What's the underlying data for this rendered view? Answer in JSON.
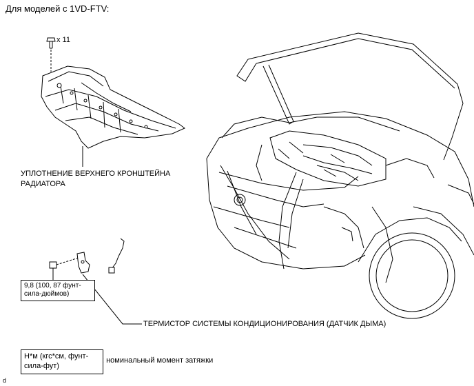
{
  "header": {
    "title": "Для моделей с 1VD-FTV:"
  },
  "labels": {
    "screw_count": "x 11",
    "seal_line1": "УПЛОТНЕНИЕ ВЕРХНЕГО КРОНШТЕЙНА",
    "seal_line2": "РАДИАТОРА",
    "torque_line1": "9,8 (100, 87 фунт-",
    "torque_line2": "сила-дюймов)",
    "thermistor": "ТЕРМИСТОР СИСТЕМЫ КОНДИЦИОНИРОВАНИЯ (ДАТЧИК ДЫМА)"
  },
  "legend": {
    "unit_line1": "Н*м (кгс*см, фунт-",
    "unit_line2": "сила-фут)",
    "description": ": номинальный момент затяжки"
  },
  "corner_mark": "d"
}
